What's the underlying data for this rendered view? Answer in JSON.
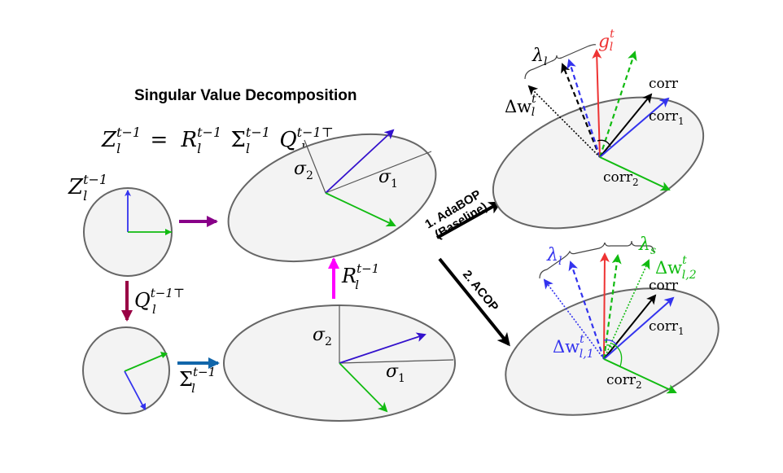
{
  "title": "Singular Value Decomposition",
  "equation": {
    "lhs": "Z",
    "lhs_sup": "t−1",
    "lhs_sub": "l",
    "eq": "=",
    "R": "R",
    "R_sup": "t−1",
    "R_sub": "l",
    "S": "Σ",
    "S_sup": "t−1",
    "S_sub": "l",
    "Q": "Q",
    "Q_sup": "t−1⊤",
    "Q_sub": "l"
  },
  "nodes": {
    "input_circle": {
      "label": "Z",
      "sup": "t−1",
      "sub": "l"
    },
    "rotated_circle": {},
    "scaled_ellipse": {
      "sigma1": "σ",
      "sigma1_sub": "1",
      "sigma2": "σ",
      "sigma2_sub": "2"
    },
    "output_ellipse": {
      "sigma1": "σ",
      "sigma1_sub": "1",
      "sigma2": "σ",
      "sigma2_sub": "2"
    }
  },
  "transforms": {
    "Q": {
      "label": "Q",
      "sup": "t−1⊤",
      "sub": "l"
    },
    "Sigma": {
      "label": "Σ",
      "sup": "t−1",
      "sub": "l"
    },
    "R": {
      "label": "R",
      "sup": "t−1",
      "sub": "l"
    }
  },
  "methods": [
    {
      "label_line1": "1. AdaBOP",
      "label_line2": "(Baseline)"
    },
    {
      "label_line1": "2. ACOP"
    }
  ],
  "adabop_panel": {
    "lambda": "λ",
    "lambda_sub": "l",
    "g": "g",
    "g_sup": "t",
    "g_sub": "l",
    "dw": "Δw",
    "dw_sup": "t",
    "dw_sub": "l",
    "corr": "corr",
    "corr1": "corr",
    "corr1_sub": "1",
    "corr2": "corr",
    "corr2_sub": "2"
  },
  "acop_panel": {
    "lambda_l": "λ",
    "lambda_l_sub": "l",
    "lambda_s": "λ",
    "lambda_s_sub": "s",
    "dw1": "Δw",
    "dw1_sup": "t",
    "dw1_sub": "l,1",
    "dw2": "Δw",
    "dw2_sup": "t",
    "dw2_sub": "l,2",
    "corr": "corr",
    "corr1": "corr",
    "corr1_sub": "1",
    "corr2": "corr",
    "corr2_sub": "2"
  },
  "colors": {
    "blue": "#3333ee",
    "indigo": "#3311cc",
    "green": "#11bb11",
    "red": "#ee3333",
    "black": "#000000",
    "purple_arrow": "#880088",
    "maroon_arrow": "#990044",
    "teal_arrow": "#1166aa",
    "magenta_arrow": "#ff00ff"
  }
}
